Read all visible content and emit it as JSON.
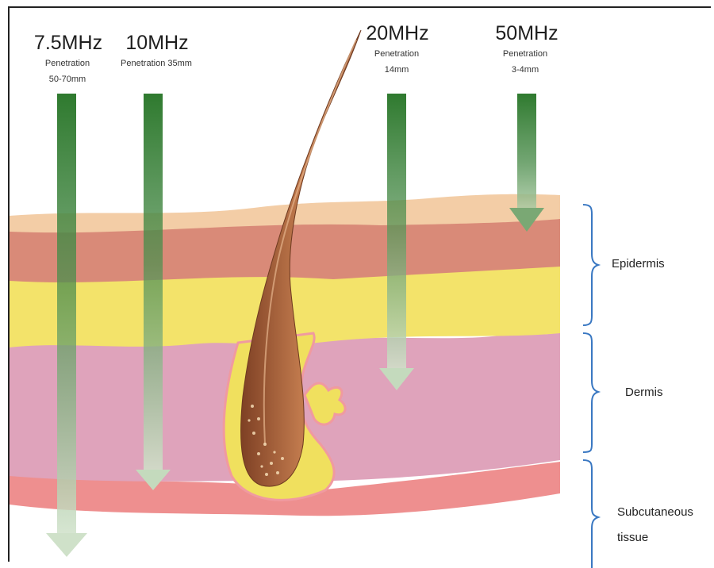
{
  "probes": [
    {
      "frequency": "7.5MHz",
      "penetration_line1": "Penetration",
      "penetration_line2": "50-70mm",
      "penetration_depth_mm": "50-70"
    },
    {
      "frequency": "10MHz",
      "penetration_line1": "Penetration 35mm",
      "penetration_line2": "",
      "penetration_depth_mm": "35"
    },
    {
      "frequency": "20MHz",
      "penetration_line1": "Penetration",
      "penetration_line2": "14mm",
      "penetration_depth_mm": "14"
    },
    {
      "frequency": "50MHz",
      "penetration_line1": "Penetration",
      "penetration_line2": "3-4mm",
      "penetration_depth_mm": "3-4"
    }
  ],
  "layers": {
    "epidermis": "Epidermis",
    "dermis": "Dermis",
    "subcutaneous_line1": "Subcutaneous",
    "subcutaneous_line2": "tissue"
  },
  "colors": {
    "arrow": "#2f7a2f",
    "bracket": "#3a78c2",
    "epidermis_top": "#f3cda6",
    "epidermis_red": "#d98a78",
    "fat_yellow": "#f3e36a",
    "dermis_pink": "#dfa3bb",
    "subcutaneous_red": "#ee8f8f",
    "hair": "#a9643c"
  },
  "icons": [
    "hair-follicle-icon",
    "down-arrow-icon",
    "brace-icon"
  ]
}
